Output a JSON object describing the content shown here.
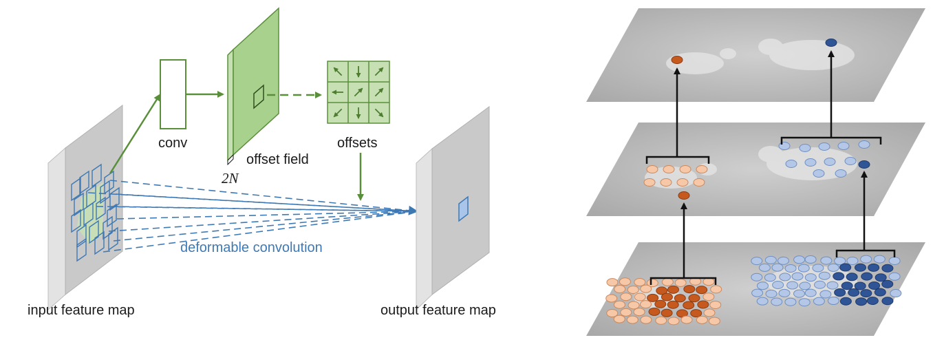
{
  "labels": {
    "conv": "conv",
    "offset_field": "offset field",
    "two_n": "2N",
    "offsets": "offsets",
    "deformable_convolution": "deformable convolution",
    "input_feature_map": "input feature map",
    "output_feature_map": "output feature map"
  },
  "colors": {
    "green": "#5a8f3a",
    "green_fill": "#a9d18e",
    "light_green": "#c6e0b4",
    "blue": "#3f79b3",
    "gray_face": "#c9c9c9",
    "gray_side": "#e3e3e3",
    "orange_dark": "#c65a1e",
    "orange_light": "#f6c8a8",
    "blue_dark": "#2f5597",
    "blue_light": "#b4c7e7"
  },
  "icons": {
    "offset_arrows": [
      "arrow-up-left",
      "arrow-down",
      "arrow-up-right",
      "arrow-left",
      "arrow-up-right",
      "arrow-up-right",
      "arrow-down-left",
      "arrow-down",
      "arrow-down-right"
    ]
  }
}
